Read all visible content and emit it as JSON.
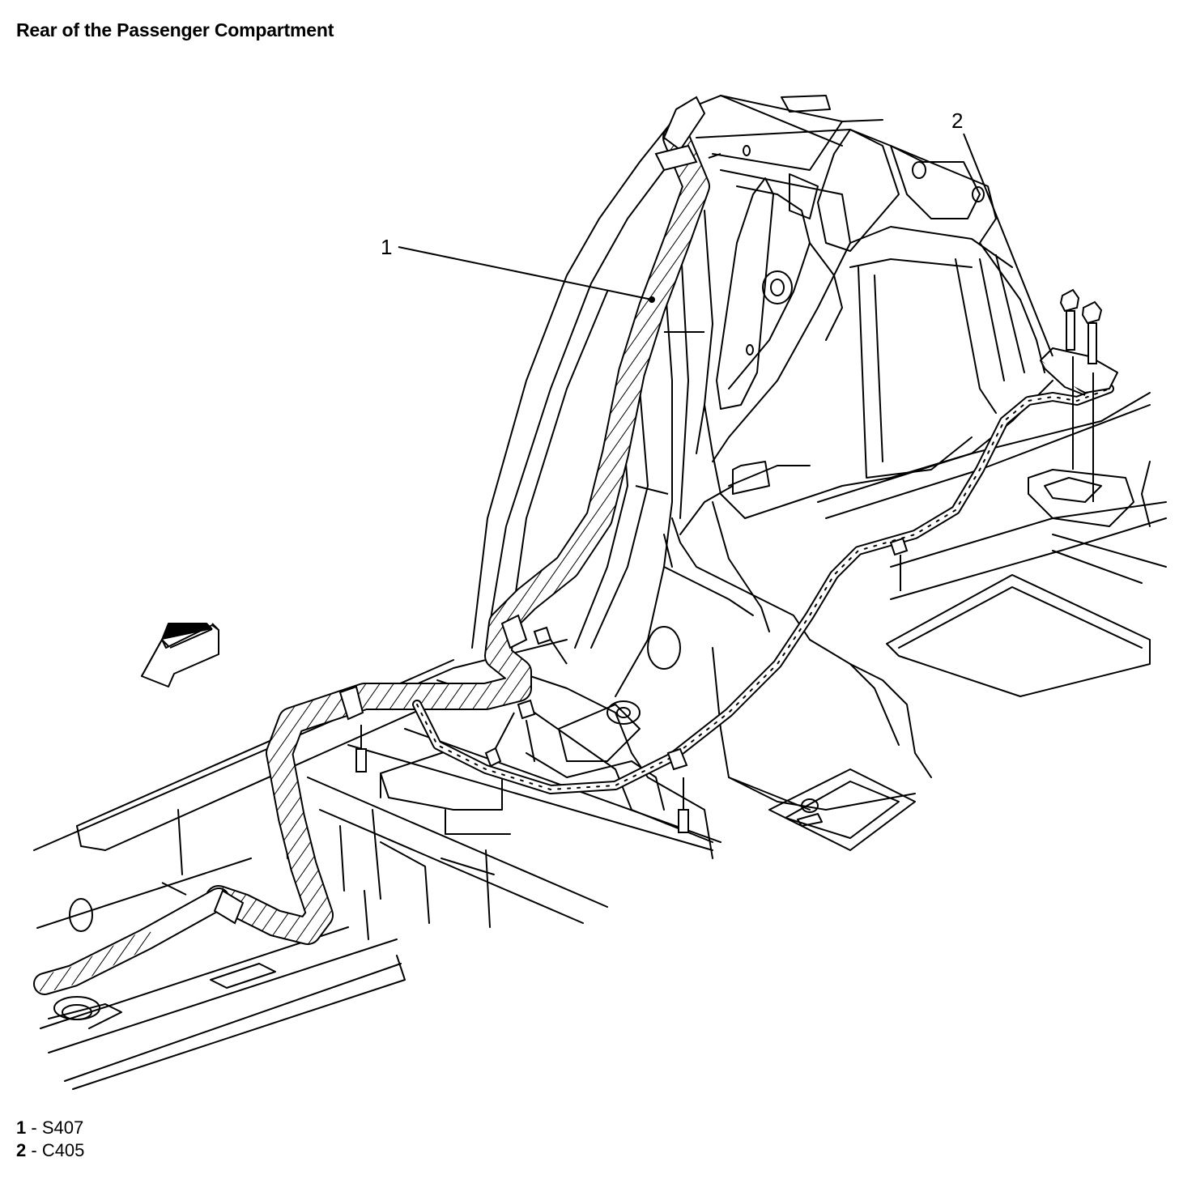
{
  "title": "Rear of the Passenger Compartment",
  "callouts": [
    {
      "number": "1"
    },
    {
      "number": "2"
    }
  ],
  "legend": [
    {
      "number": "1",
      "separator": " - ",
      "label": "S407"
    },
    {
      "number": "2",
      "separator": " - ",
      "label": "C405"
    }
  ],
  "colors": {
    "line": "#000000",
    "background": "#ffffff"
  },
  "icons": [
    "forward-direction-arrow-icon",
    "bolt-icon"
  ]
}
